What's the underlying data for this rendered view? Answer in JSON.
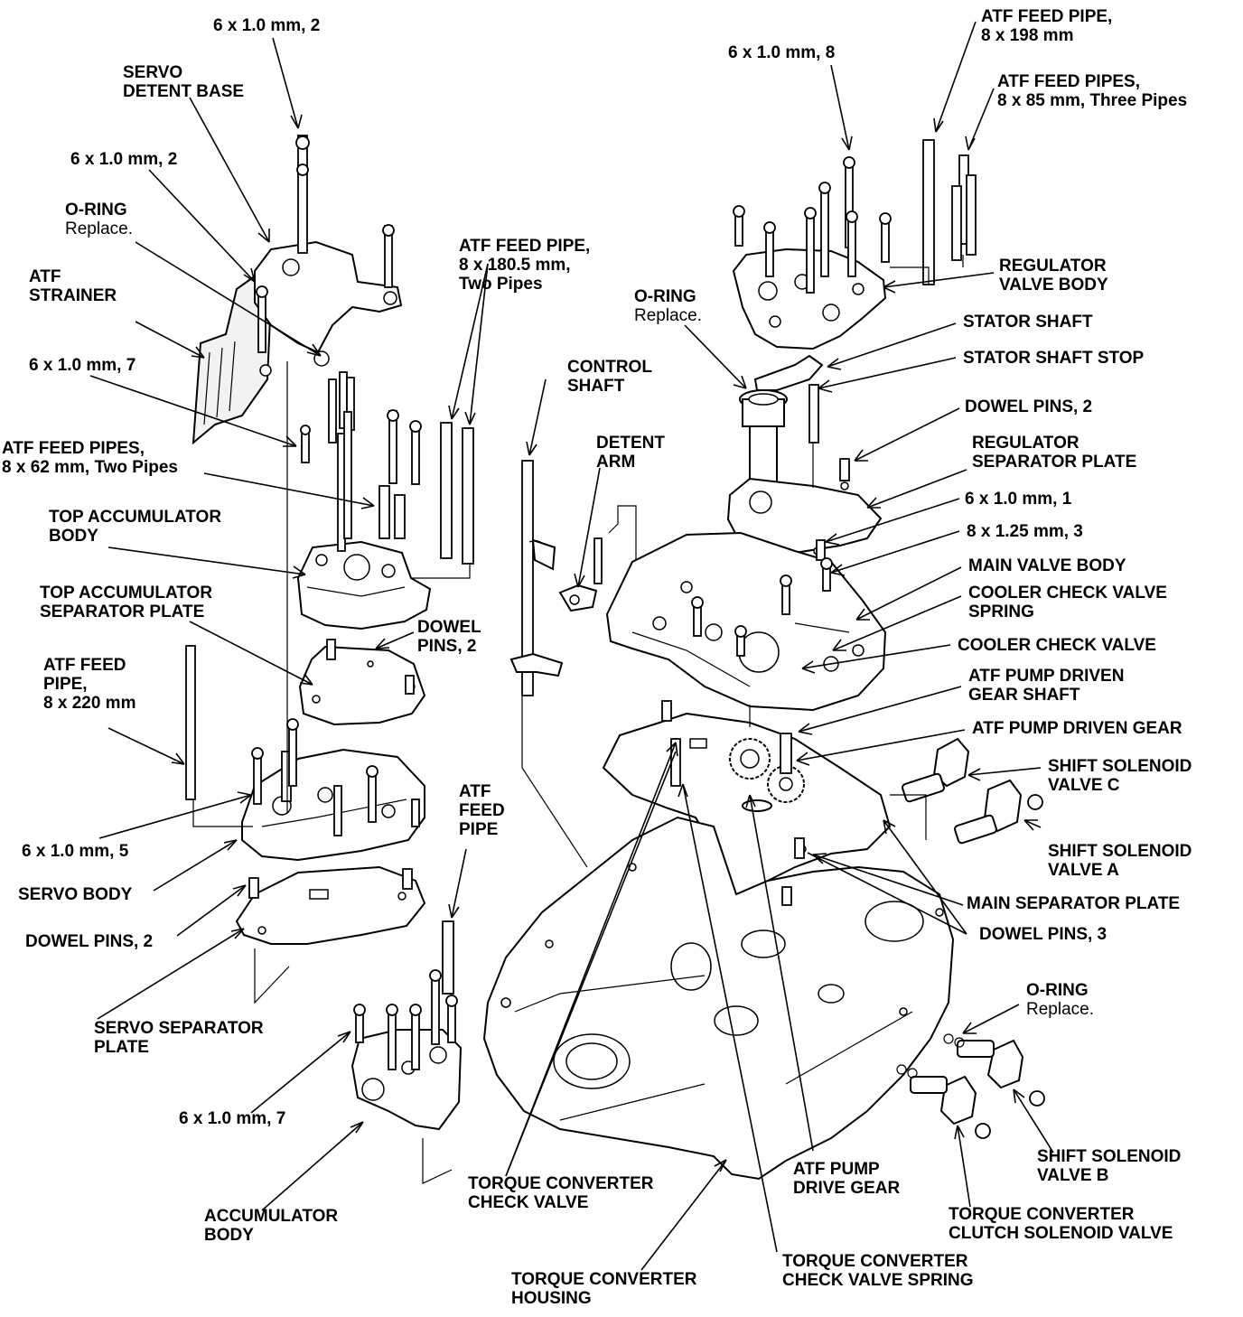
{
  "labels": {
    "bolt_6x1_2_top": "6 x 1.0 mm, 2",
    "servo_detent_base": [
      "SERVO",
      "DETENT BASE"
    ],
    "bolt_6x1_2_left": "6 x 1.0 mm, 2",
    "oring_left": [
      "O-RING"
    ],
    "oring_left_sub": "Replace.",
    "atf_strainer": [
      "ATF",
      "STRAINER"
    ],
    "bolt_6x1_7_left": "6 x 1.0 mm, 7",
    "atf_feed_pipes_62": [
      "ATF FEED PIPES,",
      "8 x 62 mm, Two Pipes"
    ],
    "top_accumulator_body": [
      "TOP ACCUMULATOR",
      "BODY"
    ],
    "top_accumulator_sep_plate": [
      "TOP ACCUMULATOR",
      "SEPARATOR PLATE"
    ],
    "atf_feed_pipe_220": [
      "ATF FEED",
      "PIPE,",
      "8 x 220 mm"
    ],
    "bolt_6x1_5": "6 x 1.0 mm, 5",
    "servo_body": "SERVO BODY",
    "dowel_pins_2_left": "DOWEL PINS, 2",
    "servo_separator_plate": [
      "SERVO SEPARATOR",
      "PLATE"
    ],
    "bolt_6x1_7_bottom": "6 x 1.0 mm, 7",
    "accumulator_body": [
      "ACCUMULATOR",
      "BODY"
    ],
    "atf_feed_pipe_1805": [
      "ATF FEED PIPE,",
      "8 x 180.5 mm,",
      "Two Pipes"
    ],
    "dowel_pins_2_mid": [
      "DOWEL",
      "PINS, 2"
    ],
    "atf_feed_pipe_mid": [
      "ATF",
      "FEED",
      "PIPE"
    ],
    "control_shaft": [
      "CONTROL",
      "SHAFT"
    ],
    "detent_arm": [
      "DETENT",
      "ARM"
    ],
    "torque_converter_check_valve": [
      "TORQUE CONVERTER",
      "CHECK VALVE"
    ],
    "torque_converter_housing": [
      "TORQUE CONVERTER",
      "HOUSING"
    ],
    "torque_converter_check_valve_spring": [
      "TORQUE CONVERTER",
      "CHECK VALVE SPRING"
    ],
    "atf_pump_drive_gear": [
      "ATF PUMP",
      "DRIVE GEAR"
    ],
    "bolt_6x1_8": "6 x 1.0 mm, 8",
    "atf_feed_pipe_198": [
      "ATF FEED PIPE,",
      "8 x 198 mm"
    ],
    "atf_feed_pipes_85": [
      "ATF FEED PIPES,",
      "8 x 85 mm, Three Pipes"
    ],
    "regulator_valve_body": [
      "REGULATOR",
      "VALVE BODY"
    ],
    "oring_right_top": [
      "O-RING"
    ],
    "oring_right_top_sub": "Replace.",
    "stator_shaft": "STATOR SHAFT",
    "stator_shaft_stop": "STATOR SHAFT STOP",
    "dowel_pins_2_right": "DOWEL PINS, 2",
    "regulator_separator_plate": [
      "REGULATOR",
      "SEPARATOR PLATE"
    ],
    "bolt_6x1_1": "6 x 1.0 mm, 1",
    "bolt_8x125_3": "8 x 1.25 mm, 3",
    "main_valve_body": "MAIN VALVE BODY",
    "cooler_check_valve_spring": [
      "COOLER CHECK VALVE",
      "SPRING"
    ],
    "cooler_check_valve": "COOLER CHECK VALVE",
    "atf_pump_driven_gear_shaft": [
      "ATF PUMP DRIVEN",
      "GEAR SHAFT"
    ],
    "atf_pump_driven_gear": "ATF PUMP DRIVEN GEAR",
    "shift_solenoid_c": [
      "SHIFT SOLENOID",
      "VALVE C"
    ],
    "shift_solenoid_a": [
      "SHIFT SOLENOID",
      "VALVE A"
    ],
    "main_separator_plate": "MAIN SEPARATOR PLATE",
    "dowel_pins_3": "DOWEL PINS, 3",
    "oring_right_bottom": [
      "O-RING"
    ],
    "oring_right_bottom_sub": "Replace.",
    "shift_solenoid_b": [
      "SHIFT SOLENOID",
      "VALVE B"
    ],
    "tc_clutch_solenoid": [
      "TORQUE CONVERTER",
      "CLUTCH SOLENOID VALVE"
    ]
  }
}
